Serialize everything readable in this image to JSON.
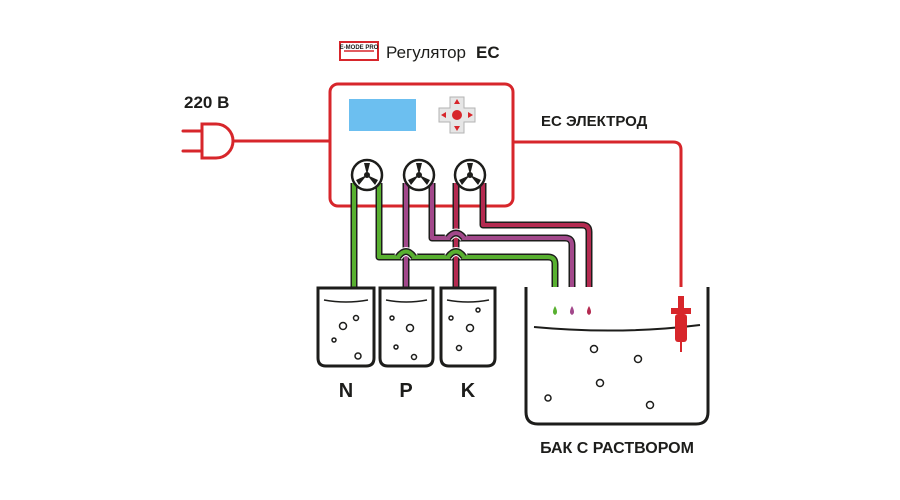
{
  "header": {
    "logo_text": "E-MODE PRO",
    "title_prefix": "Регулятор",
    "title_suffix": "EC"
  },
  "labels": {
    "power": "220 В",
    "electrode": "EC ЭЛЕКТРОД",
    "bottle_n": "N",
    "bottle_p": "P",
    "bottle_k": "K",
    "tank": "БАК С РАСТВОРОМ"
  },
  "colors": {
    "red": "#d7262b",
    "green": "#58b030",
    "purple": "#a2488b",
    "crimson": "#b42a50",
    "screen": "#6cbff0",
    "outline": "#1d1d1b"
  }
}
